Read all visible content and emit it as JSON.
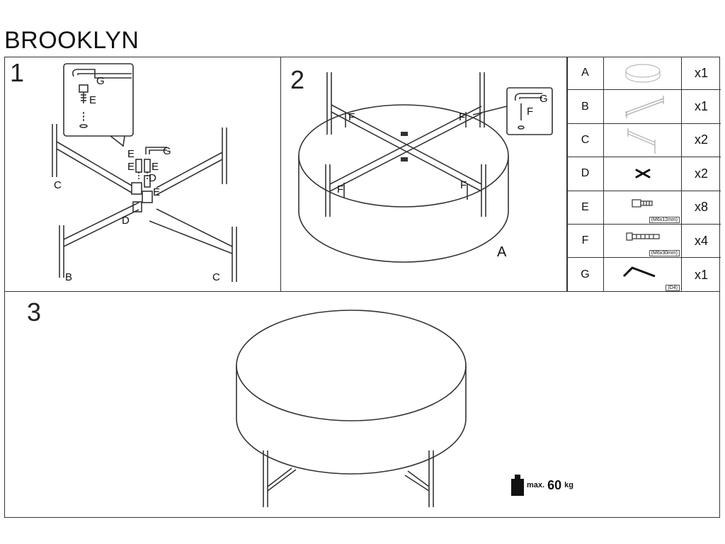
{
  "document": {
    "title": "BROOKLYN"
  },
  "steps": [
    {
      "number": "1"
    },
    {
      "number": "2"
    },
    {
      "number": "3"
    }
  ],
  "step1": {
    "callouts": {
      "c_left": "C",
      "c_right": "C",
      "b": "B",
      "d_top": "D",
      "d_bottom": "D",
      "e": "E",
      "g": "G"
    },
    "inset": {
      "g": "G",
      "e": "E"
    }
  },
  "step2": {
    "callouts": {
      "a": "A",
      "f": "F"
    },
    "inset": {
      "g": "G",
      "f": "F"
    }
  },
  "parts": [
    {
      "letter": "A",
      "qty": "x1",
      "icon": "round-table-top-icon"
    },
    {
      "letter": "B",
      "qty": "x1",
      "icon": "leg-frame-icon"
    },
    {
      "letter": "C",
      "qty": "x2",
      "icon": "leg-frame-icon"
    },
    {
      "letter": "D",
      "qty": "x2",
      "icon": "cross-connector-icon"
    },
    {
      "letter": "E",
      "qty": "x8",
      "icon": "short-bolt-icon",
      "spec": "(M6x12mm)"
    },
    {
      "letter": "F",
      "qty": "x4",
      "icon": "long-bolt-icon",
      "spec": "(M6x30mm)"
    },
    {
      "letter": "G",
      "qty": "x1",
      "icon": "allen-key-icon",
      "spec": "(D4)"
    }
  ],
  "max_load": {
    "label": "max.",
    "value": "60",
    "unit": "kg"
  }
}
